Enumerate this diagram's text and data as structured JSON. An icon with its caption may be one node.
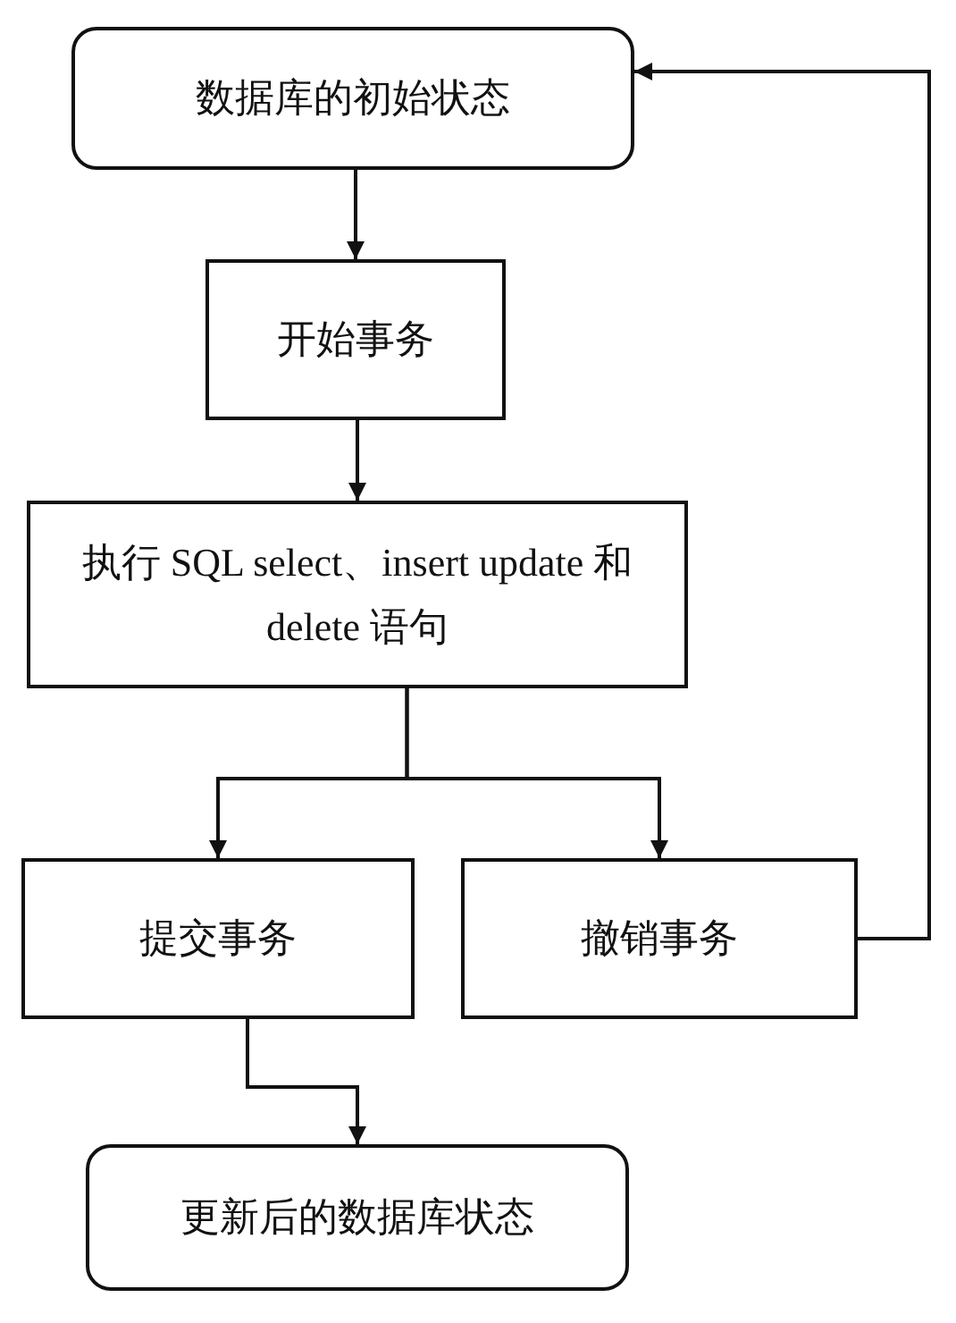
{
  "diagram": {
    "nodes": [
      {
        "text": [
          "数据库的初始状态"
        ]
      },
      {
        "text": [
          "开始事务"
        ]
      },
      {
        "text": [
          "执行 SQL select、insert update 和 delete 语句"
        ]
      },
      {
        "text": [
          "提交事务"
        ]
      },
      {
        "text": [
          "撤销事务"
        ]
      },
      {
        "text": [
          "更新后的数据库状态"
        ]
      }
    ],
    "edges": [
      {
        "from": 0,
        "to": 1,
        "arrow": "to"
      },
      {
        "from": 1,
        "to": 2,
        "arrow": "to"
      },
      {
        "from": 2,
        "to": 3,
        "arrow": "to"
      },
      {
        "from": 2,
        "to": 4,
        "arrow": "to"
      },
      {
        "from": 3,
        "to": 5,
        "arrow": "to"
      },
      {
        "from": 4,
        "to": 0,
        "arrow": "to"
      }
    ]
  }
}
